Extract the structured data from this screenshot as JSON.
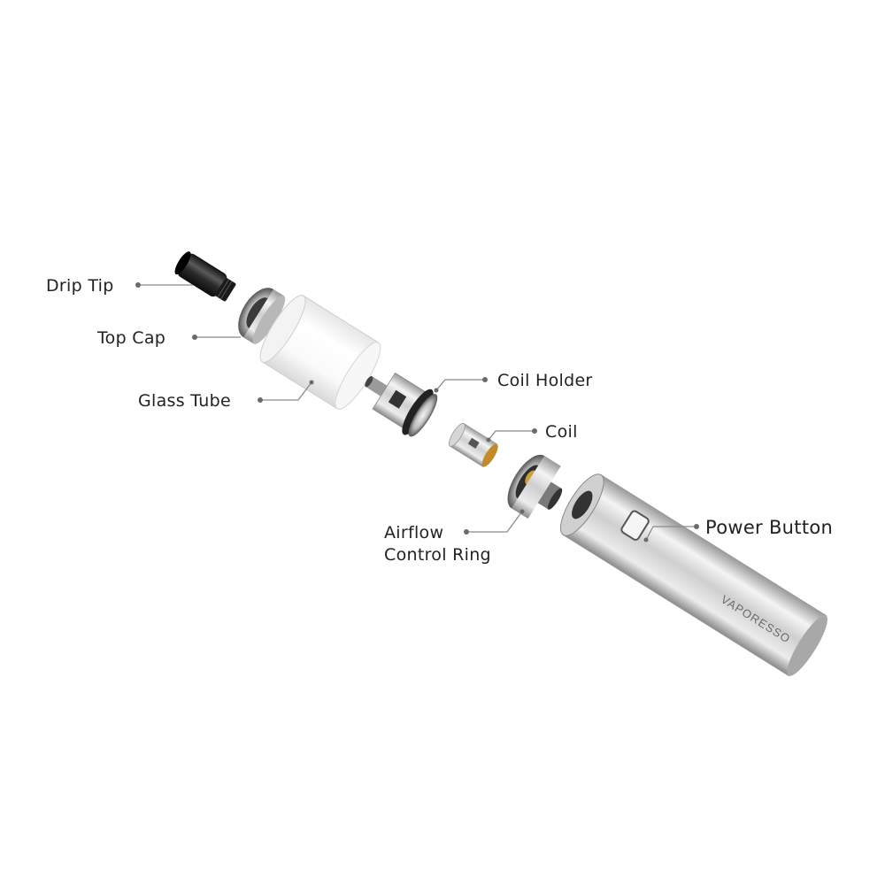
{
  "labels": {
    "drip_tip": "Drip Tip",
    "top_cap": "Top Cap",
    "glass_tube": "Glass Tube",
    "coil_holder": "Coil Holder",
    "coil": "Coil",
    "airflow_line1": "Airflow",
    "airflow_line2": "Control Ring",
    "power_button": "Power Button"
  },
  "device_text": {
    "brand": "VAPORESSO"
  },
  "colors": {
    "background": "#ffffff",
    "text": "#222222",
    "leader": "#8a8a8a",
    "metal_light": "#e9e9e9",
    "metal_dark": "#8c8c8c",
    "drip_tip": "#2a2a2a"
  }
}
